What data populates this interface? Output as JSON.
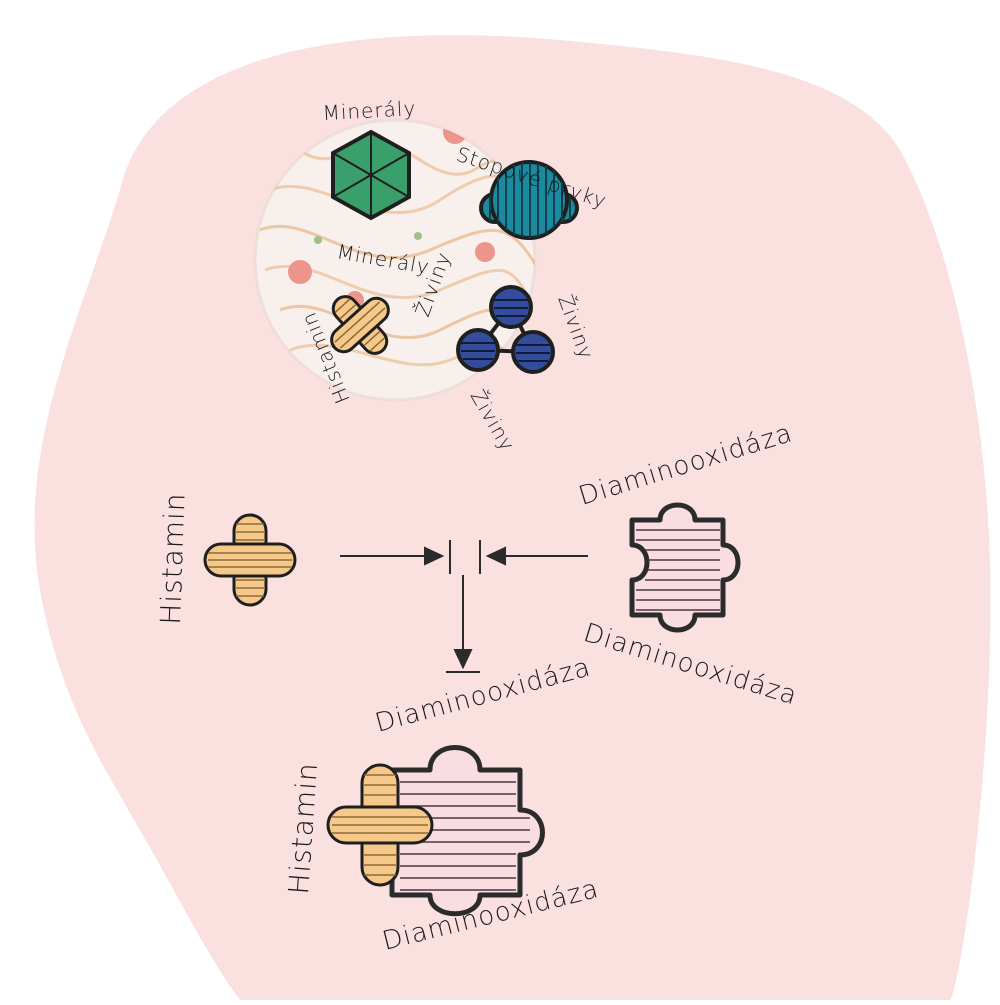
{
  "colors": {
    "background": "#ffffff",
    "blob": "#fbe0e0",
    "histamine": "#f6c98a",
    "enzyme": "#f9dde1",
    "mineral": "#3aa06b",
    "trace_element": "#1a8aa0",
    "nutrient": "#334c9c",
    "outline": "#2b2b2b"
  },
  "plate": {
    "labels": {
      "minerals_top": "Minerály",
      "minerals_mid": "Minerály",
      "trace_elements": "Stopové prvky",
      "nutrients_1": "Živiny",
      "nutrients_2": "Živiny",
      "nutrients_3": "Živiny",
      "histamine": "Histamin"
    }
  },
  "reaction": {
    "histamine_label": "Histamin",
    "enzyme_label_top": "Diaminooxidáza",
    "enzyme_label_bottom": "Diaminooxidáza"
  },
  "complex": {
    "histamine_label": "Histamin",
    "enzyme_label_top": "Diaminooxidáza",
    "enzyme_label_bottom": "Diaminooxidáza"
  },
  "icons": [
    "plate-icon",
    "mineral-hexagon-icon",
    "trace-element-icon",
    "nutrient-molecule-icon",
    "histamine-cross-icon",
    "enzyme-puzzle-icon",
    "arrow-icon"
  ]
}
